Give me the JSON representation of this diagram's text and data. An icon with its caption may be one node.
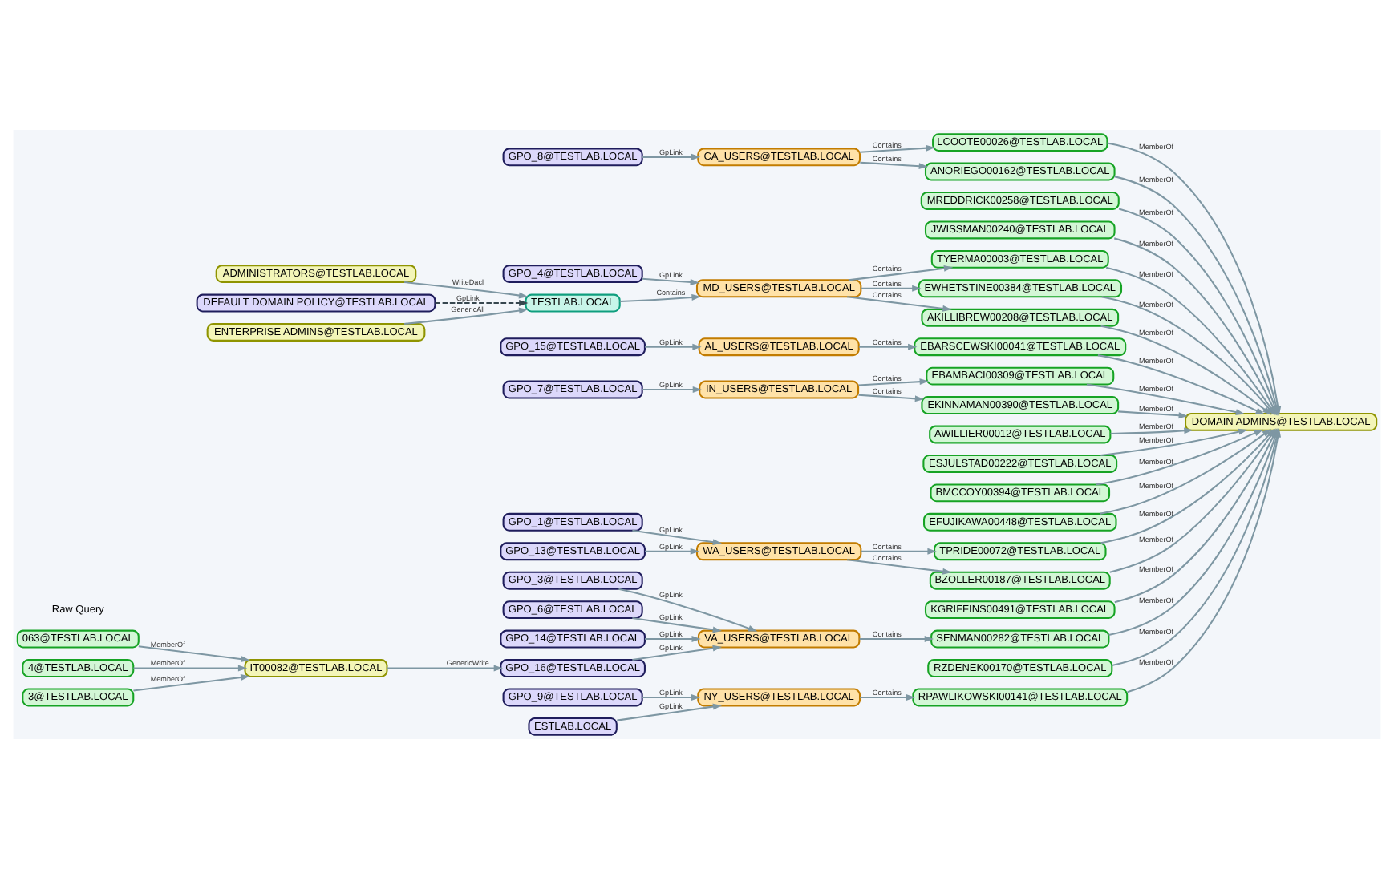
{
  "diagram": {
    "nodes": [
      {
        "text": [
          "GPO_1@TESTLAB.LOCAL"
        ]
      },
      {
        "text": [
          "GPO_13@TESTLAB.LOCAL"
        ]
      },
      {
        "text": [
          "GPO_15@TESTLAB.LOCAL"
        ]
      },
      {
        "text": [
          "GPO_8@TESTLAB.LOCAL"
        ]
      },
      {
        "text": [
          "DEFAULT DOMAIN POLICY@TESTLAB.LOCAL"
        ]
      },
      {
        "text": [
          "ENTERPRISE ADMINS@TESTLAB.LOCAL"
        ]
      },
      {
        "text": [
          "GPO_7@TESTLAB.LOCAL"
        ]
      },
      {
        "text": [
          "TESTLAB.LOCAL"
        ]
      },
      {
        "text": [
          "ADMINISTRATORS@TESTLAB.LOCAL"
        ]
      },
      {
        "text": [
          "GPO_4@TESTLAB.LOCAL"
        ]
      },
      {
        "text": [
          "GPO_3@TESTLAB.LOCAL"
        ]
      },
      {
        "text": [
          "GPO_6@TESTLAB.LOCAL"
        ]
      },
      {
        "text": [
          "GPO_14@TESTLAB.LOCAL"
        ]
      },
      {
        "text": [
          "GPO_16@TESTLAB.LOCAL"
        ]
      },
      {
        "text": [
          "GPO_9@TESTLAB.LOCAL"
        ]
      },
      {
        "text": [
          "ESTLAB.LOCAL"
        ]
      },
      {
        "text": [
          "063@TESTLAB.LOCAL"
        ]
      },
      {
        "text": [
          "4@TESTLAB.LOCAL"
        ]
      },
      {
        "text": [
          "3@TESTLAB.LOCAL"
        ]
      },
      {
        "text": [
          "IT00082@TESTLAB.LOCAL"
        ]
      },
      {
        "text": [
          "WA_USERS@TESTLAB.LOCAL"
        ]
      },
      {
        "text": [
          "AL_USERS@TESTLAB.LOCAL"
        ]
      },
      {
        "text": [
          "CA_USERS@TESTLAB.LOCAL"
        ]
      },
      {
        "text": [
          "IN_USERS@TESTLAB.LOCAL"
        ]
      },
      {
        "text": [
          "MD_USERS@TESTLAB.LOCAL"
        ]
      },
      {
        "text": [
          "VA_USERS@TESTLAB.LOCAL"
        ]
      },
      {
        "text": [
          "NY_USERS@TESTLAB.LOCAL"
        ]
      },
      {
        "text": [
          "TPRIDE00072@TESTLAB.LOCAL"
        ]
      },
      {
        "text": [
          "MREDDRICK00258@TESTLAB.LOCAL"
        ]
      },
      {
        "text": [
          "JWISSMAN00240@TESTLAB.LOCAL"
        ]
      },
      {
        "text": [
          "LCOOTE00026@TESTLAB.LOCAL"
        ]
      },
      {
        "text": [
          "TYERMA00003@TESTLAB.LOCAL"
        ]
      },
      {
        "text": [
          "EBARSCEWSKI00041@TESTLAB.LOCAL"
        ]
      },
      {
        "text": [
          "BZOLLER00187@TESTLAB.LOCAL"
        ]
      },
      {
        "text": [
          "AWILLIER00012@TESTLAB.LOCAL"
        ]
      },
      {
        "text": [
          "ESJULSTAD00222@TESTLAB.LOCAL"
        ]
      },
      {
        "text": [
          "BMCCOY00394@TESTLAB.LOCAL"
        ]
      },
      {
        "text": [
          "EFUJIKAWA00448@TESTLAB.LOCAL"
        ]
      },
      {
        "text": [
          "EBAMBACI00309@TESTLAB.LOCAL"
        ]
      },
      {
        "text": [
          "KGRIFFINS00491@TESTLAB.LOCAL"
        ]
      },
      {
        "text": [
          "EKINNAMAN00390@TESTLAB.LOCAL"
        ]
      },
      {
        "text": [
          "SENMAN00282@TESTLAB.LOCAL"
        ]
      },
      {
        "text": [
          "EWHETSTINE00384@TESTLAB.LOCAL"
        ]
      },
      {
        "text": [
          "ANORIEGO00162@TESTLAB.LOCAL"
        ]
      },
      {
        "text": [
          "RZDENEK00170@TESTLAB.LOCAL"
        ]
      },
      {
        "text": [
          "RPAWLIKOWSKI00141@TESTLAB.LOCAL"
        ]
      },
      {
        "text": [
          "AKILLIBREW00208@TESTLAB.LOCAL"
        ]
      },
      {
        "text": [
          "DOMAIN ADMINS@TESTLAB.LOCAL"
        ]
      }
    ],
    "edges": [
      {
        "from": 0,
        "to": 20,
        "arrow": "to",
        "label": "GpLink"
      },
      {
        "from": 1,
        "to": 20,
        "arrow": "to",
        "label": "GpLink"
      },
      {
        "from": 2,
        "to": 21,
        "arrow": "to",
        "label": "GpLink"
      },
      {
        "from": 3,
        "to": 22,
        "arrow": "to",
        "label": "GpLink"
      },
      {
        "from": 4,
        "to": 7,
        "arrow": "to",
        "label": "GpLink",
        "style": "dashed",
        "color": "#37474f"
      },
      {
        "from": 5,
        "to": 7,
        "arrow": "to",
        "label": "GenericAll"
      },
      {
        "from": 6,
        "to": 23,
        "arrow": "to",
        "label": "GpLink"
      },
      {
        "from": 7,
        "to": 24,
        "arrow": "to",
        "label": "Contains"
      },
      {
        "from": 8,
        "to": 7,
        "arrow": "to",
        "label": "WriteDacl"
      },
      {
        "from": 9,
        "to": 24,
        "arrow": "to",
        "label": "GpLink"
      },
      {
        "from": 10,
        "to": 25,
        "arrow": "to",
        "label": "GpLink"
      },
      {
        "from": 11,
        "to": 25,
        "arrow": "to",
        "label": "GpLink"
      },
      {
        "from": 12,
        "to": 25,
        "arrow": "to",
        "label": "GpLink"
      },
      {
        "from": 13,
        "to": 25,
        "arrow": "to",
        "label": "GpLink"
      },
      {
        "from": 14,
        "to": 26,
        "arrow": "to",
        "label": "GpLink"
      },
      {
        "from": 15,
        "to": 26,
        "arrow": "to",
        "label": "GpLink"
      },
      {
        "from": 16,
        "to": 19,
        "arrow": "to",
        "label": "MemberOf"
      },
      {
        "from": 17,
        "to": 19,
        "arrow": "to",
        "label": "MemberOf"
      },
      {
        "from": 18,
        "to": 19,
        "arrow": "to",
        "label": "MemberOf"
      },
      {
        "from": 19,
        "to": 13,
        "arrow": "to",
        "label": "GenericWrite"
      },
      {
        "from": 20,
        "to": 27,
        "arrow": "to",
        "label": "Contains"
      },
      {
        "from": 20,
        "to": 33,
        "arrow": "to",
        "label": "Contains"
      },
      {
        "from": 21,
        "to": 32,
        "arrow": "to",
        "label": "Contains"
      },
      {
        "from": 22,
        "to": 30,
        "arrow": "to",
        "label": "Contains"
      },
      {
        "from": 24,
        "to": 31,
        "arrow": "to",
        "label": "Contains"
      },
      {
        "from": 23,
        "to": 38,
        "arrow": "to",
        "label": "Contains"
      },
      {
        "from": 23,
        "to": 40,
        "arrow": "to",
        "label": "Contains"
      },
      {
        "from": 25,
        "to": 41,
        "arrow": "to",
        "label": "Contains"
      },
      {
        "from": 24,
        "to": 42,
        "arrow": "to",
        "label": "Contains"
      },
      {
        "from": 22,
        "to": 43,
        "arrow": "to",
        "label": "Contains"
      },
      {
        "from": 26,
        "to": 45,
        "arrow": "to",
        "label": "Contains"
      },
      {
        "from": 24,
        "to": 46,
        "arrow": "to",
        "label": "Contains"
      },
      {
        "from": 27,
        "to": 47,
        "arrow": "to",
        "label": "MemberOf"
      },
      {
        "from": 28,
        "to": 47,
        "arrow": "to",
        "label": "MemberOf"
      },
      {
        "from": 29,
        "to": 47,
        "arrow": "to",
        "label": "MemberOf"
      },
      {
        "from": 30,
        "to": 47,
        "arrow": "to",
        "label": "MemberOf"
      },
      {
        "from": 31,
        "to": 47,
        "arrow": "to",
        "label": "MemberOf"
      },
      {
        "from": 32,
        "to": 47,
        "arrow": "to",
        "label": "MemberOf"
      },
      {
        "from": 33,
        "to": 47,
        "arrow": "to",
        "label": "MemberOf"
      },
      {
        "from": 34,
        "to": 47,
        "arrow": "to",
        "label": "MemberOf"
      },
      {
        "from": 35,
        "to": 47,
        "arrow": "to",
        "label": "MemberOf"
      },
      {
        "from": 36,
        "to": 47,
        "arrow": "to",
        "label": "MemberOf"
      },
      {
        "from": 37,
        "to": 47,
        "arrow": "to",
        "label": "MemberOf"
      },
      {
        "from": 38,
        "to": 47,
        "arrow": "to",
        "label": "MemberOf"
      },
      {
        "from": 39,
        "to": 47,
        "arrow": "to",
        "label": "MemberOf"
      },
      {
        "from": 40,
        "to": 47,
        "arrow": "to",
        "label": "MemberOf"
      },
      {
        "from": 41,
        "to": 47,
        "arrow": "to",
        "label": "MemberOf"
      },
      {
        "from": 42,
        "to": 47,
        "arrow": "to",
        "label": "MemberOf"
      },
      {
        "from": 43,
        "to": 47,
        "arrow": "to",
        "label": "MemberOf"
      },
      {
        "from": 44,
        "to": 47,
        "arrow": "to",
        "label": "MemberOf"
      },
      {
        "from": 45,
        "to": 47,
        "arrow": "to",
        "label": "MemberOf"
      },
      {
        "from": 46,
        "to": 47,
        "arrow": "to",
        "label": "MemberOf"
      }
    ],
    "labels": [
      "Raw Query"
    ]
  }
}
